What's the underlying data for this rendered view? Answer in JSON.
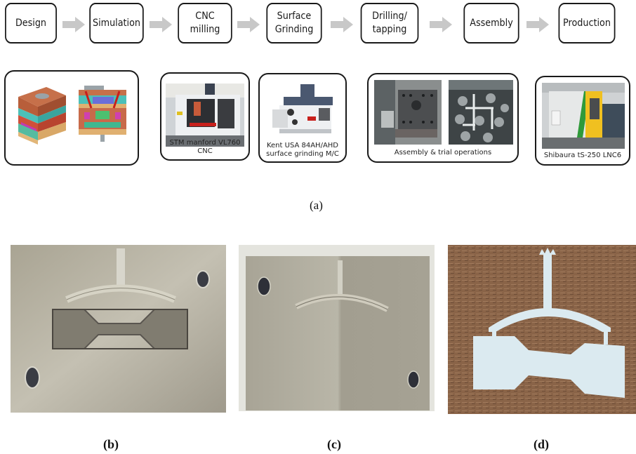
{
  "figure": {
    "process_flow": {
      "steps": [
        {
          "label": "Design"
        },
        {
          "label": "Simulation"
        },
        {
          "label": "CNC\nmilling"
        },
        {
          "label": "Surface\nGrinding"
        },
        {
          "label": "Drilling/\ntapping"
        },
        {
          "label": "Assembly"
        },
        {
          "label": "Production"
        }
      ],
      "arrow_color": "#c8c8c8"
    },
    "image_cards": [
      {
        "caption": "",
        "content": "mould-3d-cad-model"
      },
      {
        "caption": "STM manford VL760 CNC",
        "content": "cnc-machine-photo"
      },
      {
        "caption": "Kent USA 84AH/AHD\nsurface grinding M/C",
        "content": "surface-grinder-photo"
      },
      {
        "caption": "Assembly  & trial  operations",
        "content": "assembly-photos"
      },
      {
        "caption": "Shibaura tS-250 LNC6",
        "content": "injection-moulding-machine-photo"
      }
    ],
    "panel_labels": {
      "a": "(a)",
      "b": "(b)",
      "c": "(c)",
      "d": "(d)"
    },
    "photos": [
      {
        "name": "mould-core-half",
        "content": "aluminium mould plate with dumbbell cavity, curved runner and sprue"
      },
      {
        "name": "mould-cavity-half",
        "content": "aluminium mould plate with curved runner and sprue"
      },
      {
        "name": "moulded-specimen",
        "content": "white dumbbell tensile specimen with runner and sprue on brown surface"
      }
    ]
  }
}
